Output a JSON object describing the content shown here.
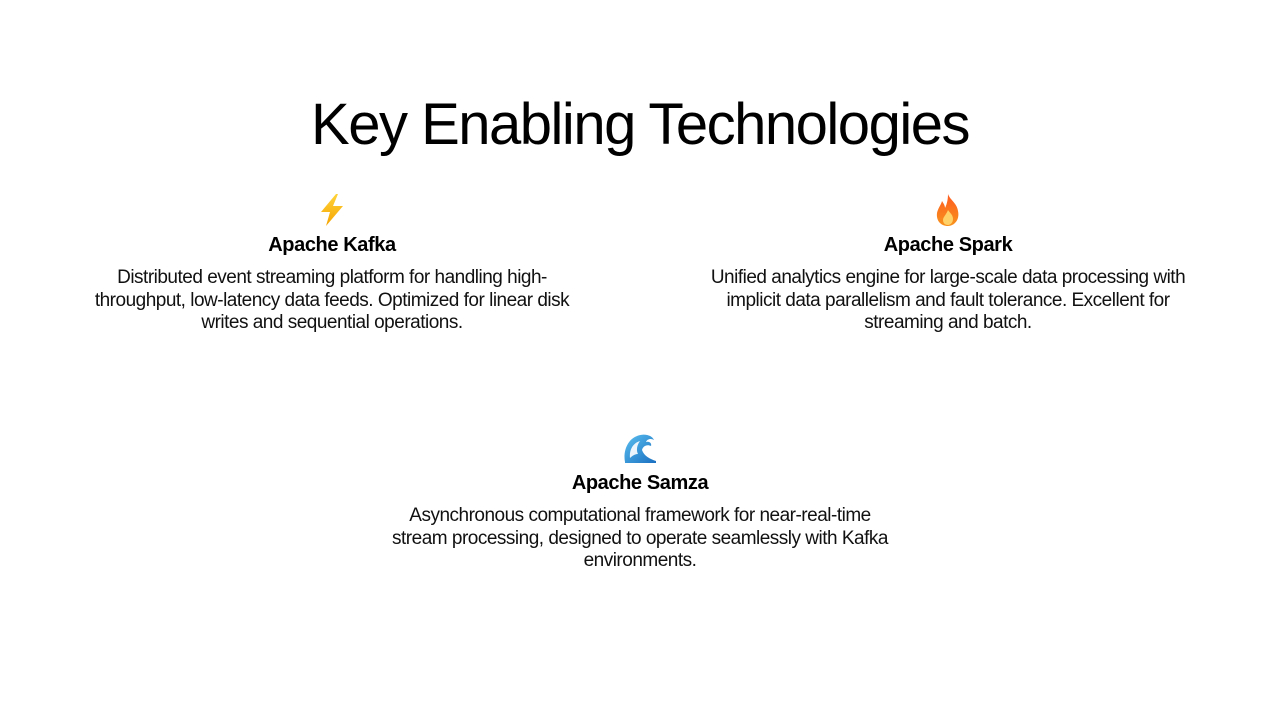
{
  "slide": {
    "title": "Key Enabling Technologies"
  },
  "technologies": [
    {
      "icon": "lightning-icon",
      "icon_glyph": "⚡",
      "name": "Apache Kafka",
      "description": "Distributed event streaming platform for handling high-throughput, low-latency data feeds. Optimized for linear disk writes and sequential operations."
    },
    {
      "icon": "fire-icon",
      "icon_glyph": "🔥",
      "name": "Apache Spark",
      "description": "Unified analytics engine for large-scale data processing with implicit data parallelism and fault tolerance. Excellent for streaming and batch."
    },
    {
      "icon": "wave-icon",
      "icon_glyph": "🌊",
      "name": "Apache Samza",
      "description": "Asynchronous computational framework for near-real-time stream processing, designed to operate seamlessly with Kafka environments."
    }
  ],
  "colors": {
    "background": "#ffffff",
    "text": "#000000",
    "lightning": "#f7b500",
    "fire": "#f25c1f",
    "wave": "#2a8fd6"
  }
}
